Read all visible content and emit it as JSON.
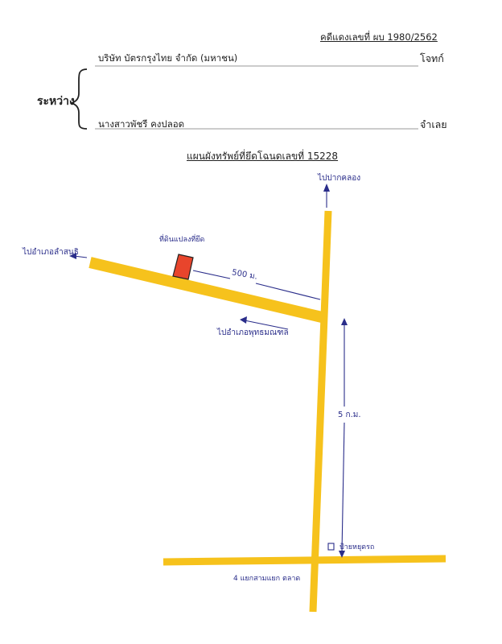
{
  "header": {
    "case_number": "คดีแดงเลขที่ ผบ 1980/2562",
    "plaintiff_name": "บริษัท บัตรกรุงไทย จำกัด  (มหาชน)",
    "plaintiff_role": "โจทก์",
    "between_label": "ระหว่าง",
    "defendant_name": "นางสาวพัชรี  คงปลอด",
    "defendant_role": "จำเลย"
  },
  "map": {
    "title": "แผนผังทรัพย์ที่ยึดโฉนดเลขที่ 15228",
    "colors": {
      "road": "#f6c21c",
      "annotation": "#2a2d8a",
      "property": "#e8452c"
    },
    "labels": {
      "north_destination": "ไปปากคลอง",
      "west_destination": "ไปอำเภอลำสนธิ",
      "property_label": "ที่ดินแปลงที่ยึด",
      "distance_branch": "500 ม.",
      "branch_destination": "ไปอำเภอพุทธมณฑล",
      "distance_main": "5 ก.ม.",
      "landmark": "ป้ายหยุดรถ",
      "junction": "4 แยกสามแยก ตลาด"
    }
  }
}
